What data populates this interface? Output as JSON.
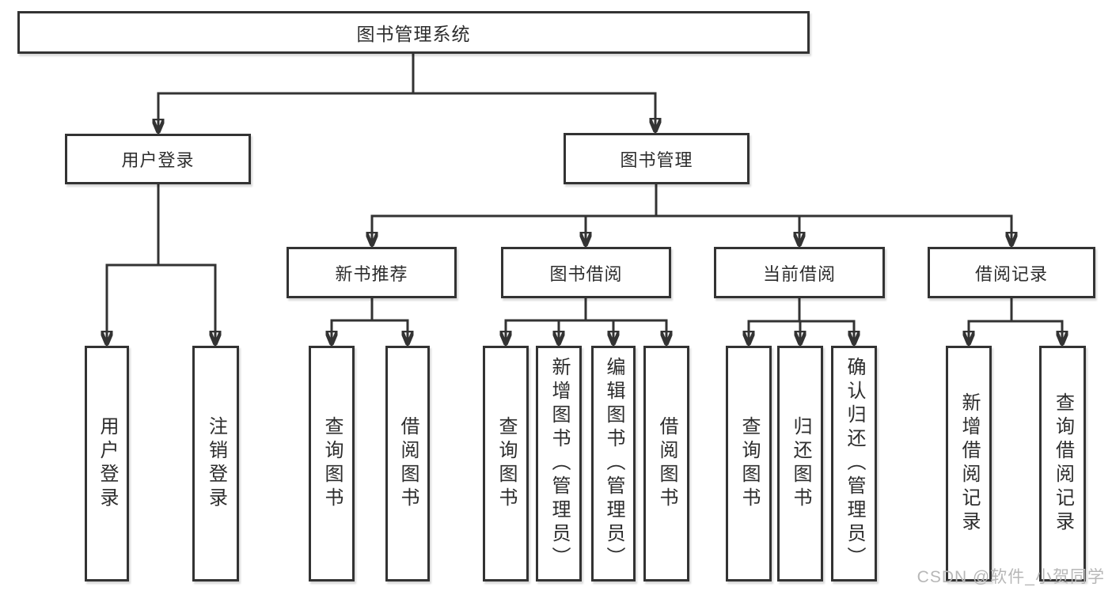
{
  "diagram": {
    "root": "图书管理系统",
    "level2": [
      "用户登录",
      "图书管理"
    ],
    "level3": [
      "新书推荐",
      "图书借阅",
      "当前借阅",
      "借阅记录"
    ],
    "leaves": {
      "user_login": [
        "用户登录",
        "注销登录"
      ],
      "new_book": [
        "查询图书",
        "借阅图书"
      ],
      "book_borrow": [
        "查询图书",
        "新增图书（管理员）",
        "编辑图书（管理员）",
        "借阅图书"
      ],
      "current_borrow": [
        "查询图书",
        "归还图书",
        "确认归还（管理员）"
      ],
      "borrow_records": [
        "新增借阅记录",
        "查询借阅记录"
      ]
    },
    "watermark": "CSDN @软件_小贺同学",
    "colors": {
      "line": "#333333",
      "text": "#2d2d2d",
      "watermark": "#b7b7b7",
      "box_bg": "#ffffff"
    }
  }
}
